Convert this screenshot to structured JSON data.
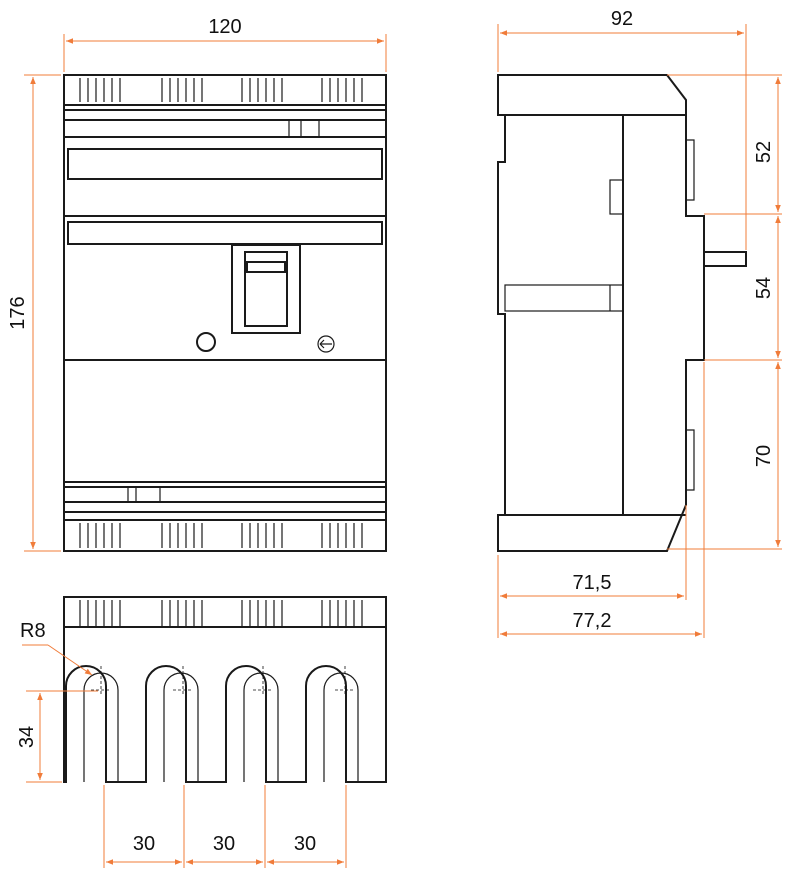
{
  "colors": {
    "outline": "#1a1a1a",
    "dimension": "#f07c3a",
    "text": "#111111"
  },
  "dimensions": {
    "front_width": "120",
    "front_height": "176",
    "side_width": "92",
    "side_top": "52",
    "side_middle": "54",
    "side_bottom": "70",
    "side_depth_a": "71,5",
    "side_depth_b": "77,2",
    "terminal_radius": "R8",
    "terminal_slot_depth": "34",
    "pitch_1": "30",
    "pitch_2": "30",
    "pitch_3": "30"
  }
}
